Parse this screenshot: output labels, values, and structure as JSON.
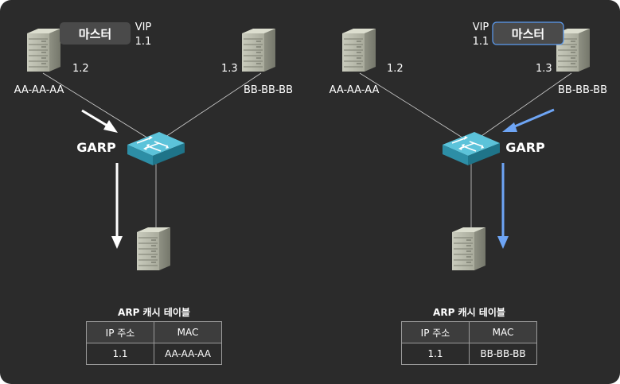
{
  "left": {
    "badge": "마스터",
    "vip_label": "VIP",
    "vip_value": "1.1",
    "server_a": {
      "ip": "1.2",
      "mac": "AA-AA-AA"
    },
    "server_b": {
      "ip": "1.3",
      "mac": "BB-BB-BB"
    },
    "garp_label": "GARP",
    "arp_table": {
      "title": "ARP 캐시 테이블",
      "headers": [
        "IP 주소",
        "MAC"
      ],
      "row": [
        "1.1",
        "AA-AA-AA"
      ]
    }
  },
  "right": {
    "badge": "마스터",
    "vip_label": "VIP",
    "vip_value": "1.1",
    "server_a": {
      "ip": "1.2",
      "mac": "AA-AA-AA"
    },
    "server_b": {
      "ip": "1.3",
      "mac": "BB-BB-BB"
    },
    "garp_label": "GARP",
    "arp_table": {
      "title": "ARP 캐시 테이블",
      "headers": [
        "IP 주소",
        "MAC"
      ],
      "row": [
        "1.1",
        "BB-BB-BB"
      ]
    }
  },
  "colors": {
    "background": "#2b2b2b",
    "left_arrow": "#ffffff",
    "right_arrow": "#6ea5f5",
    "badge_fill": "#4a4a4a",
    "badge_border_right": "#5b9bf0",
    "switch": "#4ab3cc"
  },
  "icons": [
    "server-icon",
    "network-switch-icon"
  ]
}
